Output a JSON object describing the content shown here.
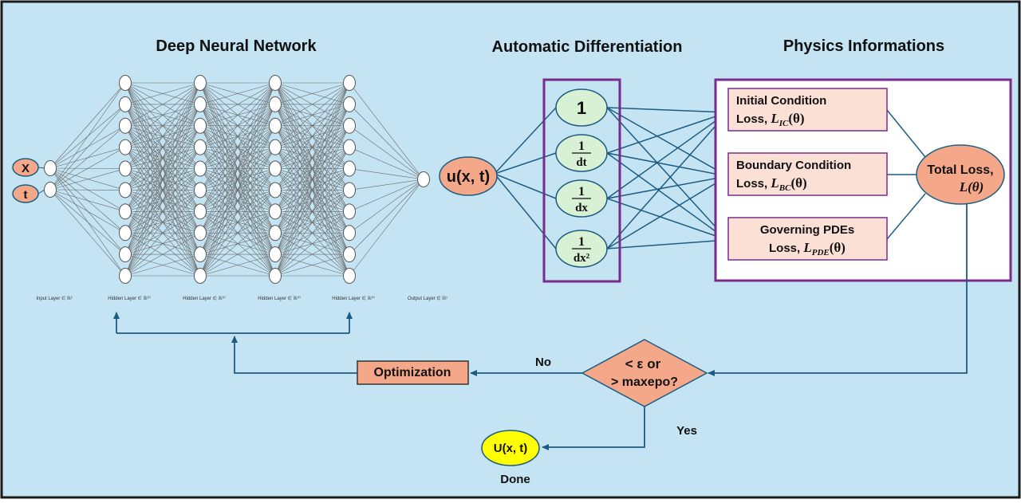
{
  "titles": {
    "dnn": "Deep Neural Network",
    "autodiff": "Automatic Differentiation",
    "physics": "Physics Informations"
  },
  "inputs": [
    "X",
    "t"
  ],
  "network": {
    "layer_labels": [
      "Input Layer ∈ ℝ²",
      "Hidden Layer ∈ ℝ¹⁰",
      "Hidden Layer ∈ ℝ¹⁰",
      "Hidden Layer ∈ ℝ¹⁰",
      "Hidden Layer ∈ ℝ¹⁰",
      "Output Layer ∈ ℝ¹"
    ],
    "neurons_per_layer": [
      2,
      10,
      10,
      10,
      10,
      1
    ]
  },
  "output_node": "u(x, t)",
  "derivatives": [
    {
      "num": "1",
      "den": ""
    },
    {
      "num": "1",
      "den": "dt"
    },
    {
      "num": "1",
      "den": "dx"
    },
    {
      "num": "1",
      "den": "dx²"
    }
  ],
  "losses": [
    {
      "line1": "Initial Condition",
      "line2": "Loss, ",
      "math": "L",
      "sub": "IC",
      "arg": "(θ)"
    },
    {
      "line1": "Boundary Condition",
      "line2": "Loss, ",
      "math": "L",
      "sub": "BC",
      "arg": "(θ)"
    },
    {
      "line1": "Governing PDEs",
      "line2": "Loss, ",
      "math": "L",
      "sub": "PDE",
      "arg": "(θ)"
    }
  ],
  "total_loss": {
    "line1": "Total Loss,",
    "math": "L(θ)"
  },
  "decision": {
    "line1": "< ε or",
    "line2": "> maxepo?"
  },
  "labels": {
    "no": "No",
    "yes": "Yes",
    "done": "Done"
  },
  "optimization": "Optimization",
  "result": "U(x, t)",
  "colors": {
    "background": "#c4e4f3",
    "frame": "#1a1a1a",
    "purple": "#7a2a8c",
    "salmon": "#f5a889",
    "pink_box": "#fbe0d6",
    "green": "#d8f0d4",
    "yellow": "#ffff00",
    "connector": "#1d5c82"
  }
}
